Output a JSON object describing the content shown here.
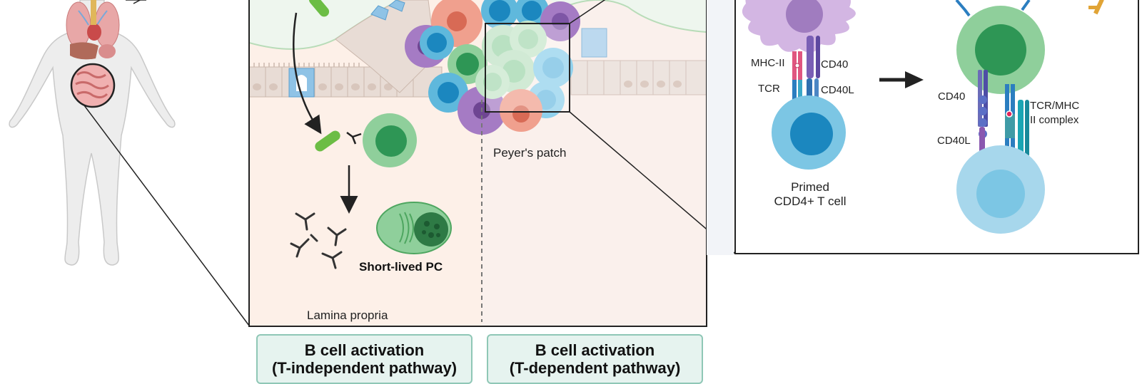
{
  "labels": {
    "mhc_ii": "MHC-II",
    "cd40_top": "CD40",
    "tcr": "TCR",
    "cd40l_top": "CD40L",
    "primed_line1": "Primed",
    "primed_line2": "CDD4+ T cell",
    "cd40_right": "CD40",
    "tcr_mhc_line1": "TCR/MHC",
    "tcr_mhc_line2": "II complex",
    "cd40l_right": "CD40L",
    "peyers_patch": "Peyer's patch",
    "short_lived_pc": "Short-lived PC",
    "lamina_propria": "Lamina propria"
  },
  "captions": {
    "t_independent": {
      "line1": "B cell activation",
      "line2": "(T-independent pathway)"
    },
    "t_dependent": {
      "line1": "B cell activation",
      "line2": "(T-dependent pathway)"
    }
  },
  "colors": {
    "lamina_bg": "#fdf0e8",
    "patch_bg": "#f6f0f5",
    "epithelium": "#eadfd8",
    "b_cell_green": "#8fcf9b",
    "b_cell_dark": "#2e9655",
    "t_cell_blue": "#5fb8dc",
    "t_cell_dark": "#1b87bf",
    "dendritic_purple": "#a57bc4",
    "pink_cell": "#f0a08e",
    "bacteria_green": "#6cbd45",
    "panel_border": "#222222",
    "caption_bg": "#e6f3ef",
    "caption_border": "#8fc7b6"
  },
  "icons": [
    "human-body-icon",
    "bacteria-icon",
    "antibody-icon",
    "plasma-cell-icon",
    "arrow-right-icon"
  ]
}
